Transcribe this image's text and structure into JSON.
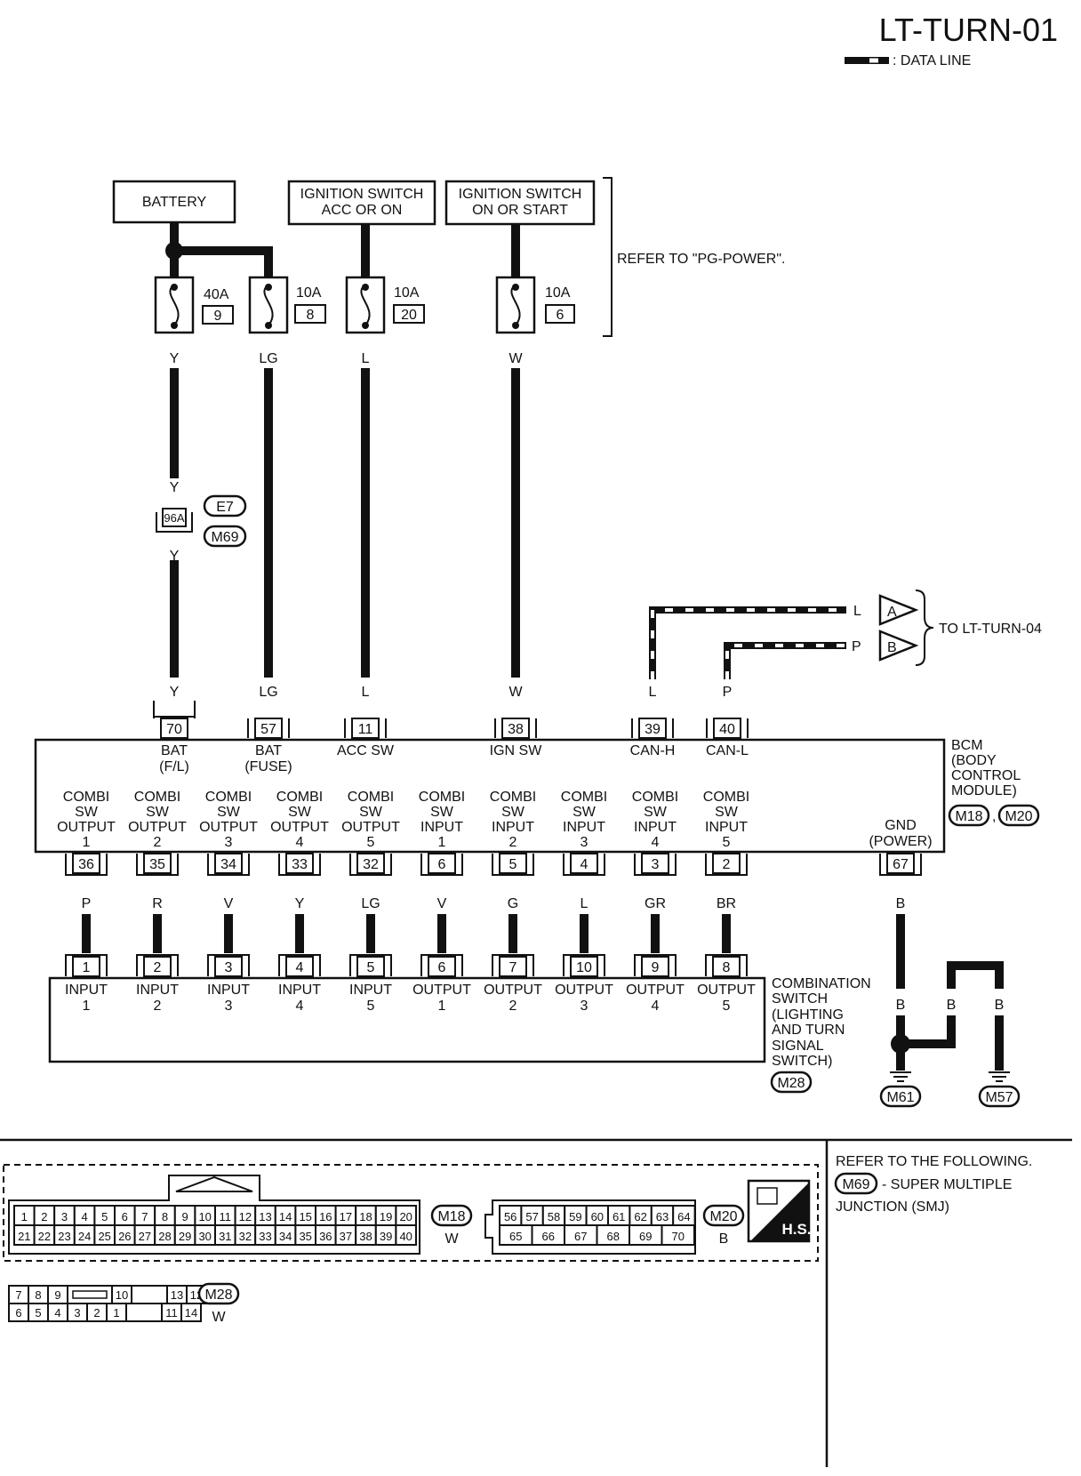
{
  "title": "LT-TURN-01",
  "legend": {
    "text": ": DATA LINE"
  },
  "power": {
    "battery": "BATTERY",
    "ign_acc": [
      "IGNITION SWITCH",
      "ACC OR ON"
    ],
    "ign_on": [
      "IGNITION SWITCH",
      "ON OR START"
    ],
    "refer": "REFER TO \"PG-POWER\"."
  },
  "fuses": [
    {
      "amp": "40A",
      "num": "9",
      "color": "Y"
    },
    {
      "amp": "10A",
      "num": "8",
      "color": "LG"
    },
    {
      "amp": "10A",
      "num": "20",
      "color": "L"
    },
    {
      "amp": "10A",
      "num": "6",
      "color": "W"
    }
  ],
  "inline": {
    "connector": "96A",
    "codes": [
      "E7",
      "M69"
    ],
    "color": "Y"
  },
  "can": {
    "h_color": "L",
    "l_color": "P",
    "a": "A",
    "b": "B",
    "to": "TO LT-TURN-04"
  },
  "bcm_top_pins": [
    {
      "pin": "70",
      "color": "Y",
      "label": [
        "BAT",
        "(F/L)"
      ]
    },
    {
      "pin": "57",
      "color": "LG",
      "label": [
        "BAT",
        "(FUSE)"
      ]
    },
    {
      "pin": "11",
      "color": "L",
      "label": [
        "ACC SW"
      ]
    },
    {
      "pin": "38",
      "color": "W",
      "label": [
        "IGN SW"
      ]
    },
    {
      "pin": "39",
      "color": "L",
      "label": [
        "CAN-H"
      ]
    },
    {
      "pin": "40",
      "color": "P",
      "label": [
        "CAN-L"
      ]
    }
  ],
  "bcm": {
    "name": [
      "BCM",
      "(BODY",
      "CONTROL",
      "MODULE)"
    ],
    "codes": [
      "M18",
      "M20"
    ]
  },
  "bcm_bottom_pins": [
    {
      "pin": "36",
      "color": "P",
      "label": [
        "COMBI",
        "SW",
        "OUTPUT",
        "1"
      ]
    },
    {
      "pin": "35",
      "color": "R",
      "label": [
        "COMBI",
        "SW",
        "OUTPUT",
        "2"
      ]
    },
    {
      "pin": "34",
      "color": "V",
      "label": [
        "COMBI",
        "SW",
        "OUTPUT",
        "3"
      ]
    },
    {
      "pin": "33",
      "color": "Y",
      "label": [
        "COMBI",
        "SW",
        "OUTPUT",
        "4"
      ]
    },
    {
      "pin": "32",
      "color": "LG",
      "label": [
        "COMBI",
        "SW",
        "OUTPUT",
        "5"
      ]
    },
    {
      "pin": "6",
      "color": "V",
      "label": [
        "COMBI",
        "SW",
        "INPUT",
        "1"
      ]
    },
    {
      "pin": "5",
      "color": "G",
      "label": [
        "COMBI",
        "SW",
        "INPUT",
        "2"
      ]
    },
    {
      "pin": "4",
      "color": "L",
      "label": [
        "COMBI",
        "SW",
        "INPUT",
        "3"
      ]
    },
    {
      "pin": "3",
      "color": "GR",
      "label": [
        "COMBI",
        "SW",
        "INPUT",
        "4"
      ]
    },
    {
      "pin": "2",
      "color": "BR",
      "label": [
        "COMBI",
        "SW",
        "INPUT",
        "5"
      ]
    }
  ],
  "gnd": {
    "pin": "67",
    "color": "B",
    "label": [
      "GND",
      "(POWER)"
    ],
    "grounds": [
      "M61",
      "M57"
    ]
  },
  "combi_pins": [
    {
      "pin": "1",
      "label": [
        "INPUT",
        "1"
      ]
    },
    {
      "pin": "2",
      "label": [
        "INPUT",
        "2"
      ]
    },
    {
      "pin": "3",
      "label": [
        "INPUT",
        "3"
      ]
    },
    {
      "pin": "4",
      "label": [
        "INPUT",
        "4"
      ]
    },
    {
      "pin": "5",
      "label": [
        "INPUT",
        "5"
      ]
    },
    {
      "pin": "6",
      "label": [
        "OUTPUT",
        "1"
      ]
    },
    {
      "pin": "7",
      "label": [
        "OUTPUT",
        "2"
      ]
    },
    {
      "pin": "10",
      "label": [
        "OUTPUT",
        "3"
      ]
    },
    {
      "pin": "9",
      "label": [
        "OUTPUT",
        "4"
      ]
    },
    {
      "pin": "8",
      "label": [
        "OUTPUT",
        "5"
      ]
    }
  ],
  "combi": {
    "name": [
      "COMBINATION",
      "SWITCH",
      "(LIGHTING",
      "AND TURN",
      "SIGNAL",
      "SWITCH)"
    ],
    "code": "M28"
  },
  "connectors": {
    "m18": {
      "code": "M18",
      "color": "W",
      "row1": [
        "1",
        "2",
        "3",
        "4",
        "5",
        "6",
        "7",
        "8",
        "9",
        "10",
        "11",
        "12",
        "13",
        "14",
        "15",
        "16",
        "17",
        "18",
        "19",
        "20"
      ],
      "row2": [
        "21",
        "22",
        "23",
        "24",
        "25",
        "26",
        "27",
        "28",
        "29",
        "30",
        "31",
        "32",
        "33",
        "34",
        "35",
        "36",
        "37",
        "38",
        "39",
        "40"
      ]
    },
    "m20": {
      "code": "M20",
      "color": "B",
      "row1": [
        "56",
        "57",
        "58",
        "59",
        "60",
        "61",
        "62",
        "63",
        "64"
      ],
      "row2": [
        "65",
        "66",
        "67",
        "68",
        "69",
        "70"
      ]
    },
    "m28": {
      "code": "M28",
      "color": "W",
      "row1": [
        "7",
        "8",
        "9",
        "",
        "10",
        "",
        "13",
        "12"
      ],
      "row2": [
        "6",
        "5",
        "4",
        "3",
        "2",
        "1",
        "",
        "11",
        "14"
      ]
    },
    "hs": "H.S."
  },
  "notes": [
    "REFER TO THE FOLLOWING.",
    "M69",
    "- SUPER MULTIPLE",
    "JUNCTION (SMJ)"
  ]
}
